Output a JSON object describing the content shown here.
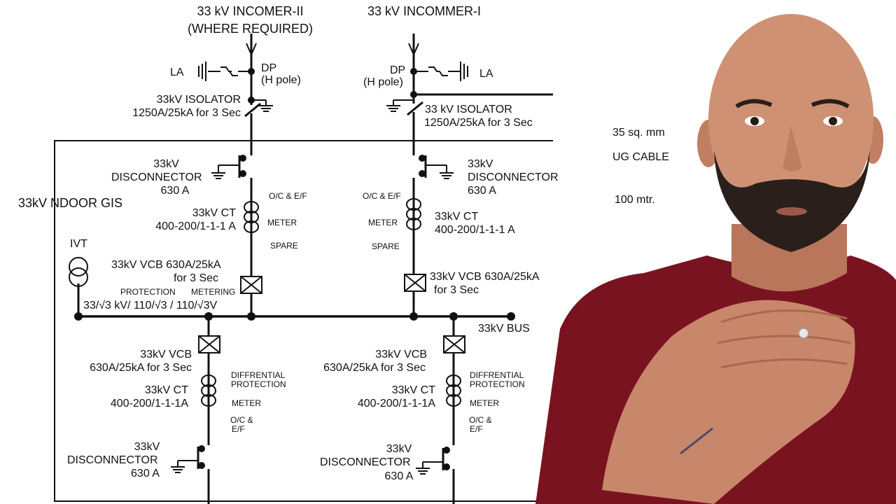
{
  "incomer_2": {
    "title": "33 kV INCOMER-II",
    "subtitle": "(WHERE REQUIRED)"
  },
  "incomer_1": {
    "title": "33 kV INCOMMER-I"
  },
  "left_feeder": {
    "la": "LA",
    "dp": "DP",
    "dp_sub": "(H pole)",
    "isolator": "33kV ISOLATOR",
    "isolator_rating": "1250A/25kA for 3 Sec",
    "disconnector": "33kV",
    "disconnector_2": "DISCONNECTOR",
    "disconnector_rating": "630 A",
    "ct_prot": "O/C & E/F",
    "ct": "33kV CT",
    "ct_meter": "METER",
    "ct_rating": "400-200/1-1-1 A",
    "ct_spare": "SPARE",
    "vcb": "33kV VCB 630A/25kA",
    "vcb_2": "for 3 Sec"
  },
  "right_feeder": {
    "la": "LA",
    "dp": "DP",
    "dp_sub": "(H pole)",
    "isolator": "33 kV ISOLATOR",
    "isolator_rating": "1250A/25kA for 3 Sec",
    "disconnector": "33kV",
    "disconnector_2": "DISCONNECTOR",
    "disconnector_rating": "630 A",
    "ct_prot": "O/C & E/F",
    "ct": "33kV CT",
    "ct_meter": "METER",
    "ct_rating": "400-200/1-1-1 A",
    "ct_spare": "SPARE",
    "vcb": "33kV VCB 630A/25kA",
    "vcb_2": "for 3 Sec"
  },
  "cable": {
    "size": "35 sq. mm",
    "type": "UG CABLE",
    "length": "100 mtr."
  },
  "gis_label": "33kV  NDOOR GIS",
  "ivt": {
    "label": "IVT",
    "protection": "PROTECTION",
    "metering": "METERING",
    "ratio": "33/√3 kV/ 110/√3 / 110/√3V"
  },
  "bus_label": "33kV BUS",
  "out_left": {
    "vcb": "33kV VCB",
    "vcb_rating": "630A/25kA for 3 Sec",
    "prot": "DIFFRENTIAL",
    "prot_2": "PROTECTION",
    "ct": "33kV CT",
    "ct_rating": "400-200/1-1-1A",
    "meter": "METER",
    "oc": "O/C &",
    "ef": "E/F",
    "disconnector": "33kV",
    "disconnector_2": "DISCONNECTOR",
    "disconnector_rating": "630 A"
  },
  "out_right": {
    "vcb": "33kV VCB",
    "vcb_rating": "630A/25kA for 3 Sec",
    "prot": "DIFFRENTIAL",
    "prot_2": "PROTECTION",
    "ct": "33kV CT",
    "ct_rating": "400-200/1-1-1A",
    "meter": "METER",
    "oc": "O/C &",
    "ef": "E/F",
    "disconnector": "33kV",
    "disconnector_2": "DISCONNECTOR",
    "disconnector_rating": "630 A"
  },
  "colors": {
    "line": "#111111",
    "shirt": "#7a1320",
    "skin": "#c8876a",
    "beard": "#2a1f1a",
    "backdrop": "#f3f3f3"
  },
  "presenter": "presenter-photo"
}
